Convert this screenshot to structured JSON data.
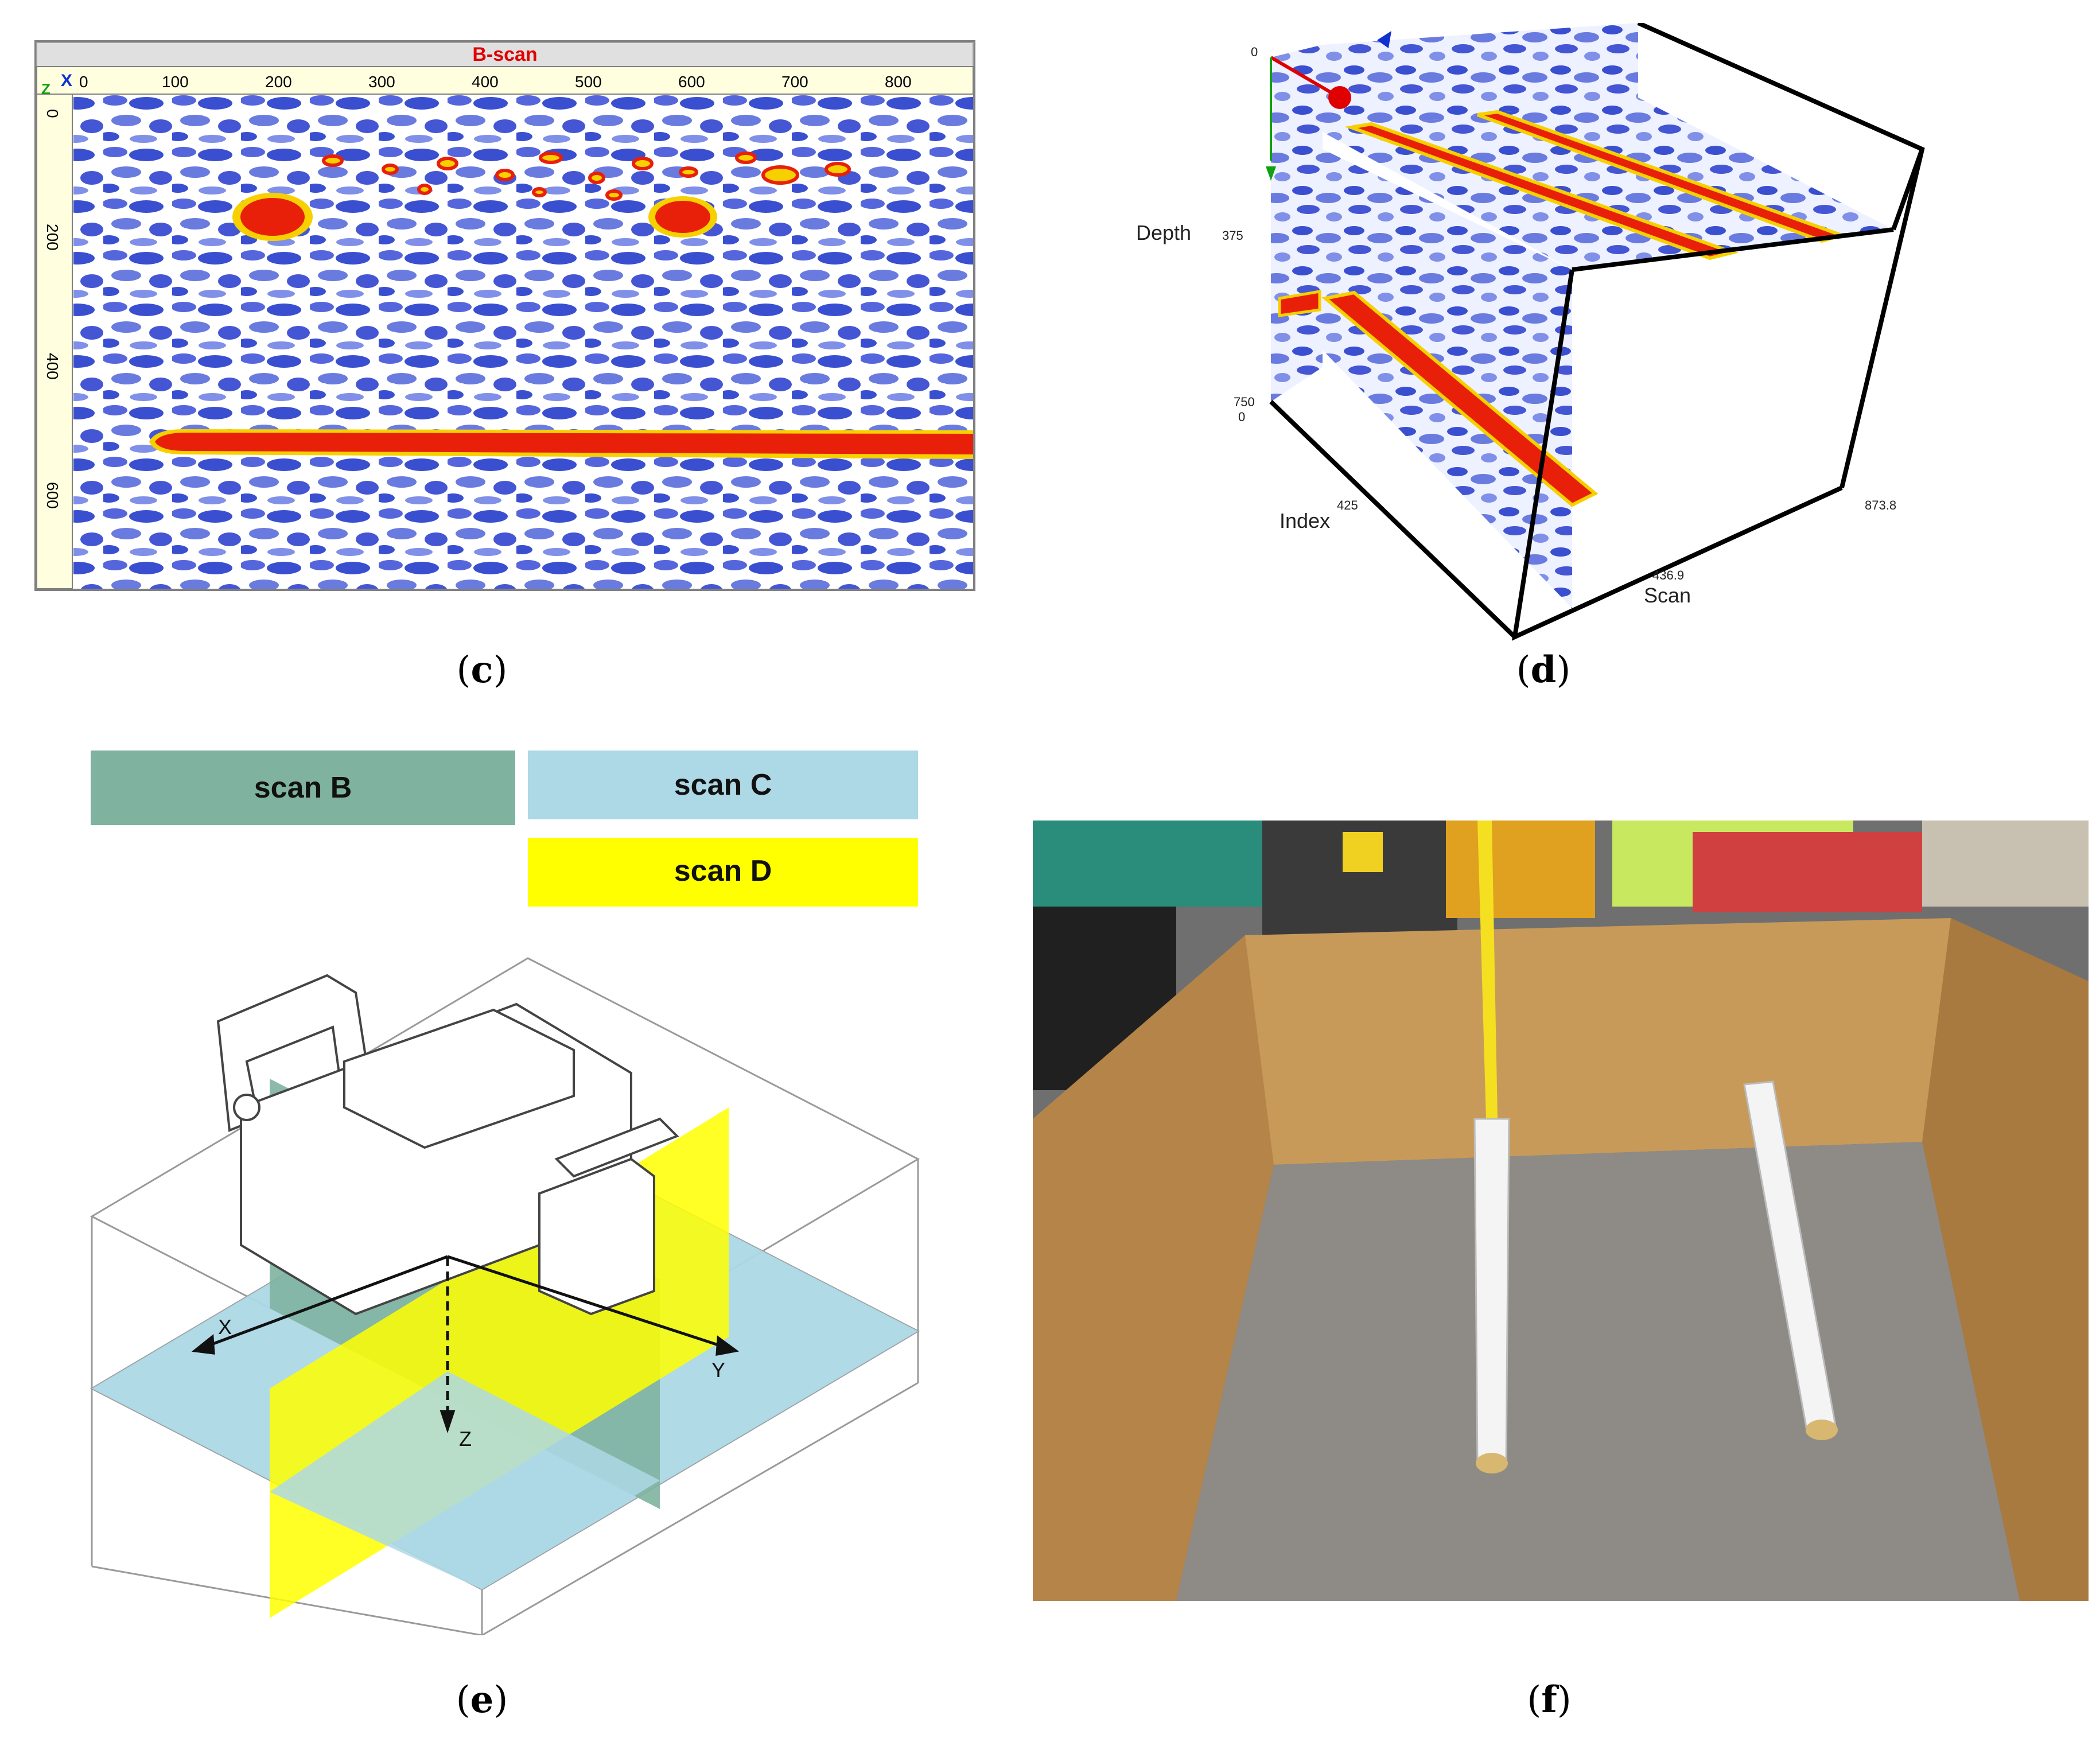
{
  "panel_c": {
    "title": "B-scan",
    "axis_x_letter": "X",
    "axis_z_letter": "Z",
    "x_ticks": [
      "0",
      "100",
      "200",
      "300",
      "400",
      "500",
      "600",
      "700",
      "800"
    ],
    "z_ticks": [
      "0",
      "200",
      "400",
      "600"
    ],
    "caption_letter": "c",
    "colors": {
      "background": "#ffffff",
      "noise": "#3a4fd0",
      "reflection": "#e8200a",
      "halo": "#f7d000"
    }
  },
  "panel_d": {
    "axis_depth": "Depth",
    "depth_tick_mid": "375",
    "depth_tick_end": "750",
    "depth_zero_top": "0",
    "depth_zero_bottom": "0",
    "axis_index": "Index",
    "index_tick": "425",
    "axis_scan": "Scan",
    "scan_tick_mid": "436.9",
    "scan_tick_end": "873.8",
    "caption_letter": "d"
  },
  "panel_e": {
    "legend": [
      {
        "label": "scan B",
        "color": "#7fb3a0"
      },
      {
        "label": "scan C",
        "color": "#add8e6"
      },
      {
        "label": "scan D",
        "color": "#ffff00"
      }
    ],
    "axis_x": "X",
    "axis_y": "Y",
    "axis_z": "Z",
    "caption_letter": "e"
  },
  "panel_f": {
    "caption_letter": "f"
  }
}
